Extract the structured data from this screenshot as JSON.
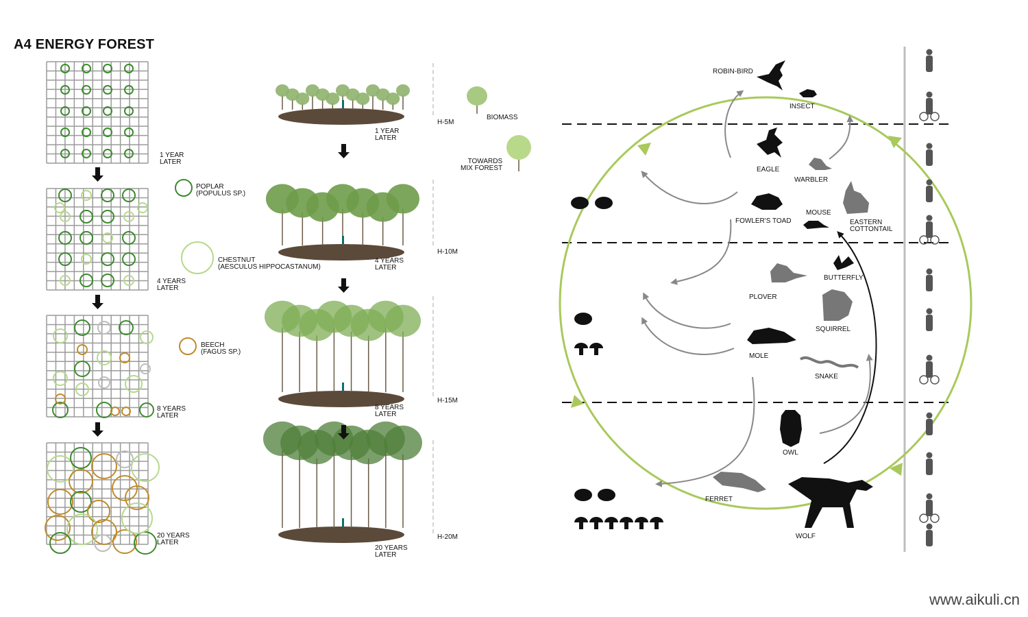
{
  "title": "A4 ENERGY FOREST",
  "colors": {
    "poplar": "#3c8a2e",
    "chestnut": "#b6d98c",
    "beech": "#c08a2b",
    "gray_tree": "#bdbdbd",
    "grid": "#9a9a9a",
    "cycle": "#a9c95b",
    "flow_arrow": "#888888",
    "silhouette": "#111111",
    "gray_animal": "#777777"
  },
  "grid_stages": [
    {
      "label": "1 YEAR\nLATER"
    },
    {
      "label": "4 YEARS\nLATER"
    },
    {
      "label": "8 YEARS\nLATER"
    },
    {
      "label": "20 YEARS\nLATER"
    }
  ],
  "legend": [
    {
      "name": "POPLAR\n(POPULUS SP.)",
      "color_key": "poplar",
      "icon": "poplar-circle-icon"
    },
    {
      "name": "CHESTNUT\n(AESCULUS HIPPOCASTANUM)",
      "color_key": "chestnut",
      "icon": "chestnut-circle-icon"
    },
    {
      "name": "BEECH\n(FAGUS SP.)",
      "color_key": "beech",
      "icon": "beech-circle-icon"
    }
  ],
  "section_stages": [
    {
      "label": "1 YEAR\nLATER",
      "height": "H-5m"
    },
    {
      "label": "4 YEARS\nLATER",
      "height": "H-10m"
    },
    {
      "label": "8 YEARS\nLATER",
      "height": "H-15m"
    },
    {
      "label": "20 YEARS\nLATER",
      "height": "H-20m"
    }
  ],
  "notes": {
    "biomass": "BIOMASS",
    "towards": "TOWARDS\nMIX FOREST"
  },
  "animals": [
    {
      "name": "ROBIN-BIRD",
      "icon": "robin-bird-icon"
    },
    {
      "name": "INSECT",
      "icon": "insect-icon"
    },
    {
      "name": "EAGLE",
      "icon": "eagle-icon"
    },
    {
      "name": "WARBLER",
      "icon": "warbler-icon"
    },
    {
      "name": "FOWLER'S TOAD",
      "icon": "toad-icon"
    },
    {
      "name": "MOUSE",
      "icon": "mouse-icon"
    },
    {
      "name": "EASTERN\nCOTTONTAIL",
      "icon": "rabbit-icon"
    },
    {
      "name": "PLOVER",
      "icon": "plover-icon"
    },
    {
      "name": "BUTTERFLY",
      "icon": "butterfly-icon"
    },
    {
      "name": "SQUIRREL",
      "icon": "squirrel-icon"
    },
    {
      "name": "MOLE",
      "icon": "mole-icon"
    },
    {
      "name": "SNAKE",
      "icon": "snake-icon"
    },
    {
      "name": "OWL",
      "icon": "owl-icon"
    },
    {
      "name": "FERRET",
      "icon": "ferret-icon"
    },
    {
      "name": "WOLF",
      "icon": "wolf-icon"
    }
  ],
  "watermark": "www.aikuli.cn"
}
